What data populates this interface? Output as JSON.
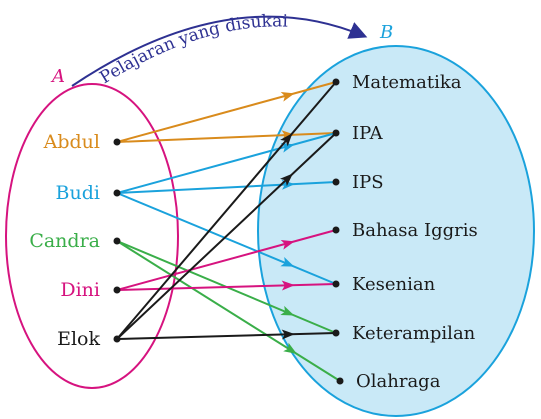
{
  "arc_label": "Pelajaran yang disukai",
  "set_a": {
    "name": "A",
    "color": "#d6137f",
    "members": [
      {
        "key": "abdul",
        "label": "Abdul",
        "color": "#d98b1c"
      },
      {
        "key": "budi",
        "label": "Budi",
        "color": "#1aa2dc"
      },
      {
        "key": "candra",
        "label": "Candra",
        "color": "#3aae49"
      },
      {
        "key": "dini",
        "label": "Dini",
        "color": "#d6137f"
      },
      {
        "key": "elok",
        "label": "Elok",
        "color": "#1a1a1a"
      }
    ]
  },
  "set_b": {
    "name": "B",
    "color": "#1aa2dc",
    "fill": "#c9e9f7",
    "members": [
      {
        "key": "matematika",
        "label": "Matematika"
      },
      {
        "key": "ipa",
        "label": "IPA"
      },
      {
        "key": "ips",
        "label": "IPS"
      },
      {
        "key": "bahasa",
        "label": "Bahasa Iggris"
      },
      {
        "key": "kesenian",
        "label": "Kesenian"
      },
      {
        "key": "keterampilan",
        "label": "Keterampilan"
      },
      {
        "key": "olahraga",
        "label": "Olahraga"
      }
    ]
  },
  "arc_color": "#2e3192",
  "relations": [
    {
      "from": "abdul",
      "to": "matematika"
    },
    {
      "from": "abdul",
      "to": "ipa"
    },
    {
      "from": "budi",
      "to": "ipa"
    },
    {
      "from": "budi",
      "to": "ips"
    },
    {
      "from": "budi",
      "to": "kesenian"
    },
    {
      "from": "candra",
      "to": "keterampilan"
    },
    {
      "from": "candra",
      "to": "olahraga"
    },
    {
      "from": "dini",
      "to": "bahasa"
    },
    {
      "from": "dini",
      "to": "kesenian"
    },
    {
      "from": "elok",
      "to": "matematika"
    },
    {
      "from": "elok",
      "to": "ipa"
    },
    {
      "from": "elok",
      "to": "keterampilan"
    }
  ]
}
